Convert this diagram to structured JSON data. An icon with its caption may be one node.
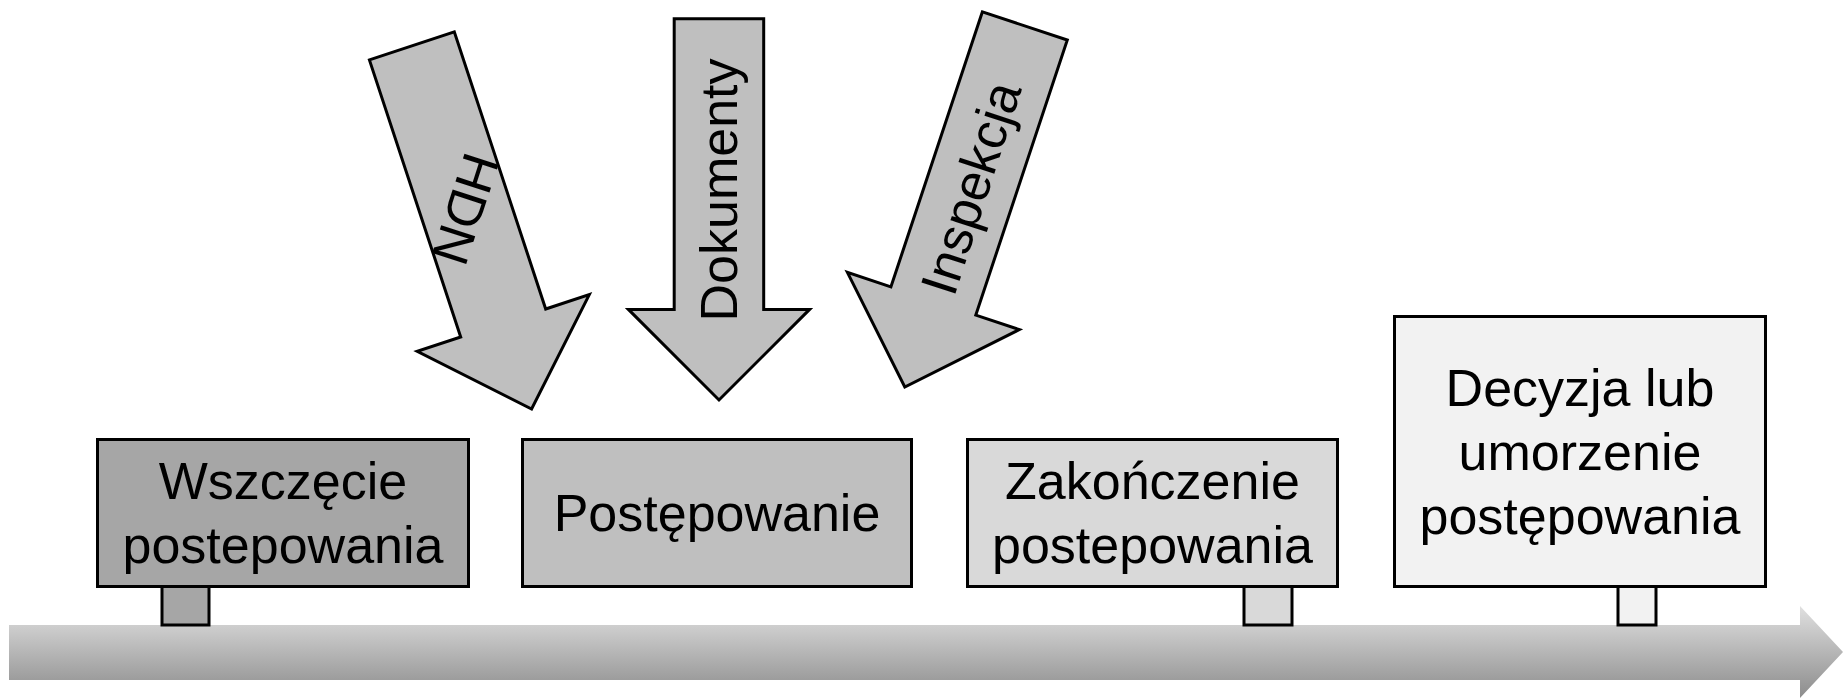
{
  "diagram": {
    "nodes": [
      {
        "text": [
          "Wszczęcie postepowania"
        ]
      },
      {
        "text": [
          "Postępowanie"
        ]
      },
      {
        "text": [
          "Zakończenie postepowania"
        ]
      },
      {
        "text": [
          "Decyzja lub umorzenie postępowania"
        ]
      }
    ],
    "edges": [
      {
        "from": null,
        "to": 1,
        "arrow": "to",
        "label": "HDN"
      },
      {
        "from": null,
        "to": 1,
        "arrow": "to",
        "label": "Dokumenty"
      },
      {
        "from": null,
        "to": 1,
        "arrow": "to",
        "label": "Inspekcja"
      }
    ]
  }
}
